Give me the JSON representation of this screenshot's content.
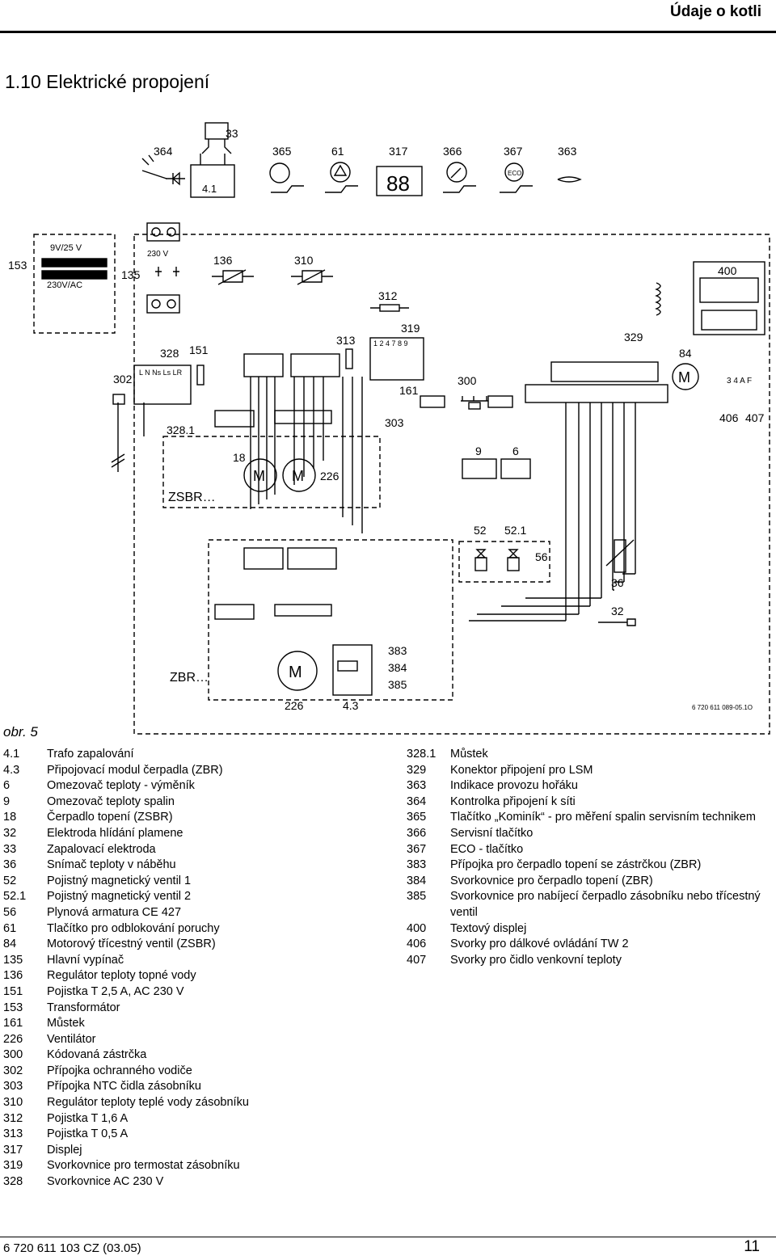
{
  "header": {
    "title": "Údaje o kotli"
  },
  "section_title": "1.10   Elektrické propojení",
  "diagram": {
    "labels": {
      "l364": "364",
      "l33": "33",
      "l365": "365",
      "l61": "61",
      "l317": "317",
      "l366": "366",
      "l367": "367",
      "l363": "363",
      "l41": "4.1",
      "display": "88",
      "eco": "ECO",
      "l153": "153",
      "l9v": "9V/25 V",
      "l230ac": "230V/AC",
      "l230v": "230 V",
      "l135": "135",
      "l136": "136",
      "l310": "310",
      "l312": "312",
      "l400": "400",
      "l319": "319",
      "l313": "313",
      "l329": "329",
      "l328": "328",
      "l151": "151",
      "l84": "84",
      "l302": "302",
      "term328": "L  N Ns Ls LR",
      "term319": "1  2  4   7  8  9",
      "l161": "161",
      "l300": "300",
      "l34af": "3  4  A  F",
      "l303": "303",
      "l3281": "328.1",
      "l406": "406",
      "l407": "407",
      "l18": "18",
      "l226a": "226",
      "l9": "9",
      "l6": "6",
      "zsbr": "ZSBR…",
      "l52": "52",
      "l521": "52.1",
      "l56": "56",
      "l36": "36",
      "l32": "32",
      "l383": "383",
      "l384": "384",
      "l385": "385",
      "zbr": "ZBR…",
      "l226b": "226",
      "l43": "4.3",
      "docnum": "6 720 611 089-05.1O",
      "m": "M"
    }
  },
  "figure_label": "obr. 5",
  "legend_left": [
    {
      "num": "4.1",
      "text": "Trafo zapalování"
    },
    {
      "num": "4.3",
      "text": "Připojovací modul čerpadla (ZBR)"
    },
    {
      "num": "6",
      "text": "Omezovač teploty - výměník"
    },
    {
      "num": "9",
      "text": "Omezovač teploty spalin"
    },
    {
      "num": "18",
      "text": "Čerpadlo topení (ZSBR)"
    },
    {
      "num": "32",
      "text": "Elektroda hlídání plamene"
    },
    {
      "num": "33",
      "text": "Zapalovací elektroda"
    },
    {
      "num": "36",
      "text": "Snímač teploty v náběhu"
    },
    {
      "num": "52",
      "text": "Pojistný magnetický ventil 1"
    },
    {
      "num": "52.1",
      "text": "Pojistný magnetický ventil 2"
    },
    {
      "num": "56",
      "text": "Plynová armatura CE 427"
    },
    {
      "num": "61",
      "text": "Tlačítko pro odblokování poruchy"
    },
    {
      "num": "84",
      "text": "Motorový třícestný ventil (ZSBR)"
    },
    {
      "num": "135",
      "text": "Hlavní vypínač"
    },
    {
      "num": "136",
      "text": "Regulátor teploty topné vody"
    },
    {
      "num": "151",
      "text": "Pojistka T 2,5 A, AC 230 V"
    },
    {
      "num": "153",
      "text": "Transformátor"
    },
    {
      "num": "161",
      "text": "Můstek"
    },
    {
      "num": "226",
      "text": "Ventilátor"
    },
    {
      "num": "300",
      "text": "Kódovaná zástrčka"
    },
    {
      "num": "302",
      "text": "Přípojka ochranného vodiče"
    },
    {
      "num": "303",
      "text": "Přípojka NTC čidla zásobníku"
    },
    {
      "num": "310",
      "text": "Regulátor teploty teplé vody zásobníku"
    },
    {
      "num": "312",
      "text": "Pojistka T 1,6 A"
    },
    {
      "num": "313",
      "text": "Pojistka T 0,5 A"
    },
    {
      "num": "317",
      "text": "Displej"
    },
    {
      "num": "319",
      "text": "Svorkovnice pro termostat zásobníku"
    },
    {
      "num": "328",
      "text": "Svorkovnice AC 230 V"
    }
  ],
  "legend_right": [
    {
      "num": "328.1",
      "text": "Můstek"
    },
    {
      "num": "329",
      "text": "Konektor připojení pro LSM"
    },
    {
      "num": "363",
      "text": "Indikace provozu hořáku"
    },
    {
      "num": "364",
      "text": "Kontrolka připojení k síti"
    },
    {
      "num": "365",
      "text": "Tlačítko „Kominík“ - pro měření spalin servisním technikem"
    },
    {
      "num": "366",
      "text": "Servisní tlačítko"
    },
    {
      "num": "367",
      "text": "ECO - tlačítko"
    },
    {
      "num": "383",
      "text": "Přípojka pro čerpadlo topení se zástrčkou (ZBR)"
    },
    {
      "num": "384",
      "text": "Svorkovnice pro čerpadlo topení (ZBR)"
    },
    {
      "num": "385",
      "text": "Svorkovnice pro nabíjecí čerpadlo zásobníku nebo třícestný ventil"
    },
    {
      "num": "400",
      "text": "Textový displej"
    },
    {
      "num": "406",
      "text": "Svorky pro dálkové ovládání TW 2"
    },
    {
      "num": "407",
      "text": "Svorky pro čidlo venkovní teploty"
    }
  ],
  "footer": {
    "doc": "6 720 611 103 CZ (03.05)",
    "page": "11"
  }
}
